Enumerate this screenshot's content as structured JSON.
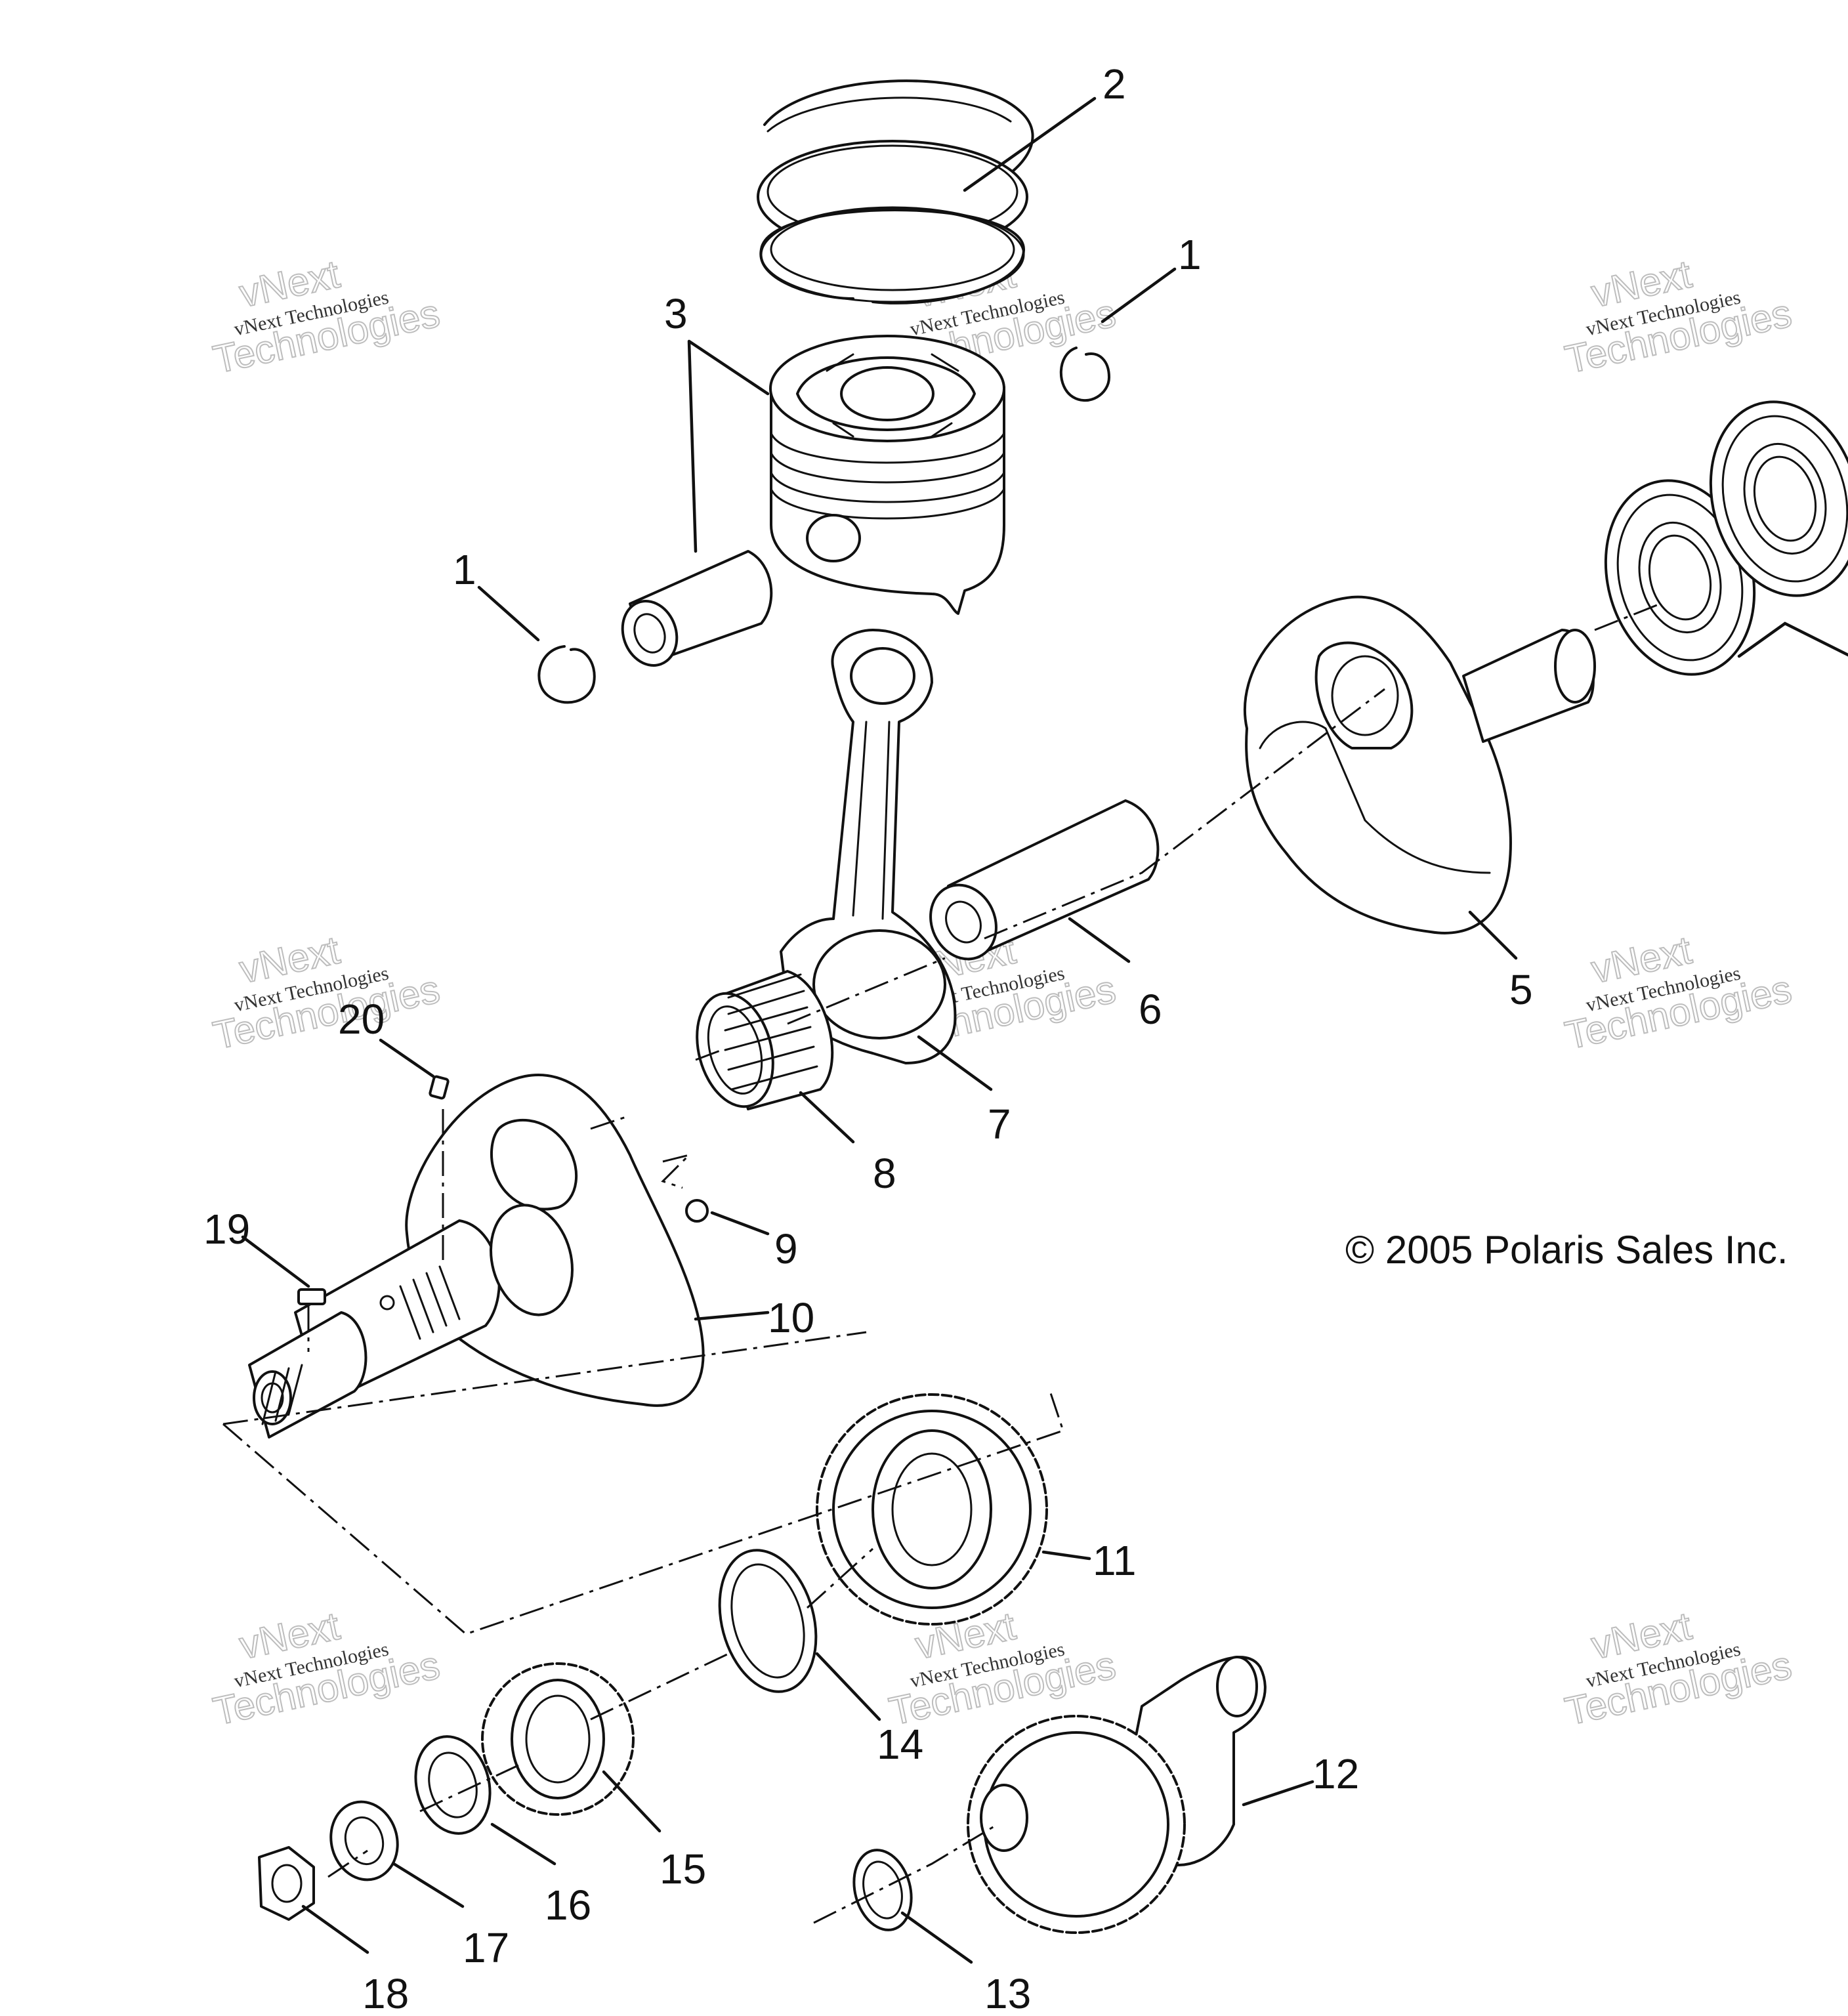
{
  "callouts": [
    {
      "id": "c1a",
      "text": "1"
    },
    {
      "id": "c1b",
      "text": "1"
    },
    {
      "id": "c2",
      "text": "2"
    },
    {
      "id": "c3",
      "text": "3"
    },
    {
      "id": "c5",
      "text": "5"
    },
    {
      "id": "c6",
      "text": "6"
    },
    {
      "id": "c7",
      "text": "7"
    },
    {
      "id": "c8",
      "text": "8"
    },
    {
      "id": "c9",
      "text": "9"
    },
    {
      "id": "c10",
      "text": "10"
    },
    {
      "id": "c11",
      "text": "11"
    },
    {
      "id": "c12",
      "text": "12"
    },
    {
      "id": "c13",
      "text": "13"
    },
    {
      "id": "c14",
      "text": "14"
    },
    {
      "id": "c15",
      "text": "15"
    },
    {
      "id": "c16",
      "text": "16"
    },
    {
      "id": "c17",
      "text": "17"
    },
    {
      "id": "c18",
      "text": "18"
    },
    {
      "id": "c19",
      "text": "19"
    },
    {
      "id": "c20",
      "text": "20"
    }
  ],
  "copyright": "© 2005 Polaris Sales Inc.",
  "watermark": {
    "line1": "vNext Technologies",
    "line2": "vNext",
    "line3": "Technologies"
  }
}
